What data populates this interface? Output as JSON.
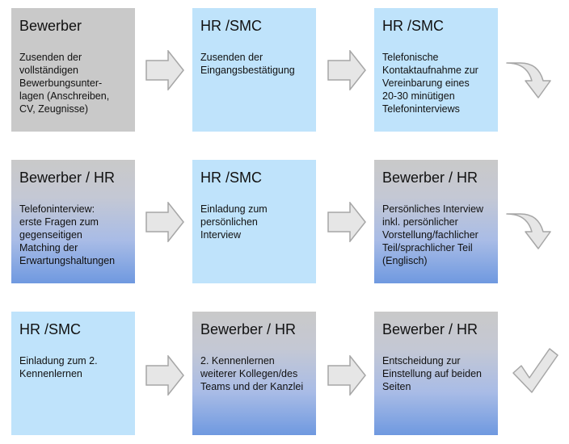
{
  "rows": [
    {
      "boxes": [
        {
          "title": "Bewerber",
          "text": "Zusenden der\nvollständigen\nBewerbungsunter-\nlagen (Anschreiben,\nCV, Zeugnisse)",
          "style": "gray"
        },
        {
          "title": "HR /SMC",
          "text": "Zusenden der\nEingangsbestätigung",
          "style": "blue"
        },
        {
          "title": "HR /SMC",
          "text": "Telefonische\nKontaktaufnahme zur\nVereinbarung eines\n20-30 minütigen\nTelefoninterviews",
          "style": "blue"
        }
      ]
    },
    {
      "boxes": [
        {
          "title": "Bewerber / HR",
          "text": "Telefoninterview:\nerste Fragen zum\ngegenseitigen\nMatching der\nErwartungshaltungen",
          "style": "grad"
        },
        {
          "title": "HR /SMC",
          "text": "Einladung zum\npersönlichen\nInterview",
          "style": "blue"
        },
        {
          "title": "Bewerber / HR",
          "text": "Persönliches Interview\ninkl. persönlicher\nVorstellung/fachlicher\nTeil/sprachlicher Teil\n(Englisch)",
          "style": "grad"
        }
      ]
    },
    {
      "boxes": [
        {
          "title": "HR /SMC",
          "text": "Einladung zum 2.\nKennenlernen",
          "style": "blue"
        },
        {
          "title": "Bewerber / HR",
          "text": "2. Kennenlernen\nweiterer Kollegen/des\nTeams und der Kanzlei",
          "style": "grad"
        },
        {
          "title": "Bewerber / HR",
          "text": "Entscheidung zur\nEinstellung auf beiden\nSeiten",
          "style": "grad"
        }
      ]
    }
  ],
  "icons": {
    "arrow": "right-arrow-icon",
    "turn": "curved-down-arrow-icon",
    "done": "checkmark-icon"
  },
  "colors": {
    "gray": "#c9c9c9",
    "blue": "#bfe3fb",
    "gradient_end": "#6f99e0",
    "arrow_fill": "#e6e6e6",
    "arrow_stroke": "#a6a6a6"
  }
}
